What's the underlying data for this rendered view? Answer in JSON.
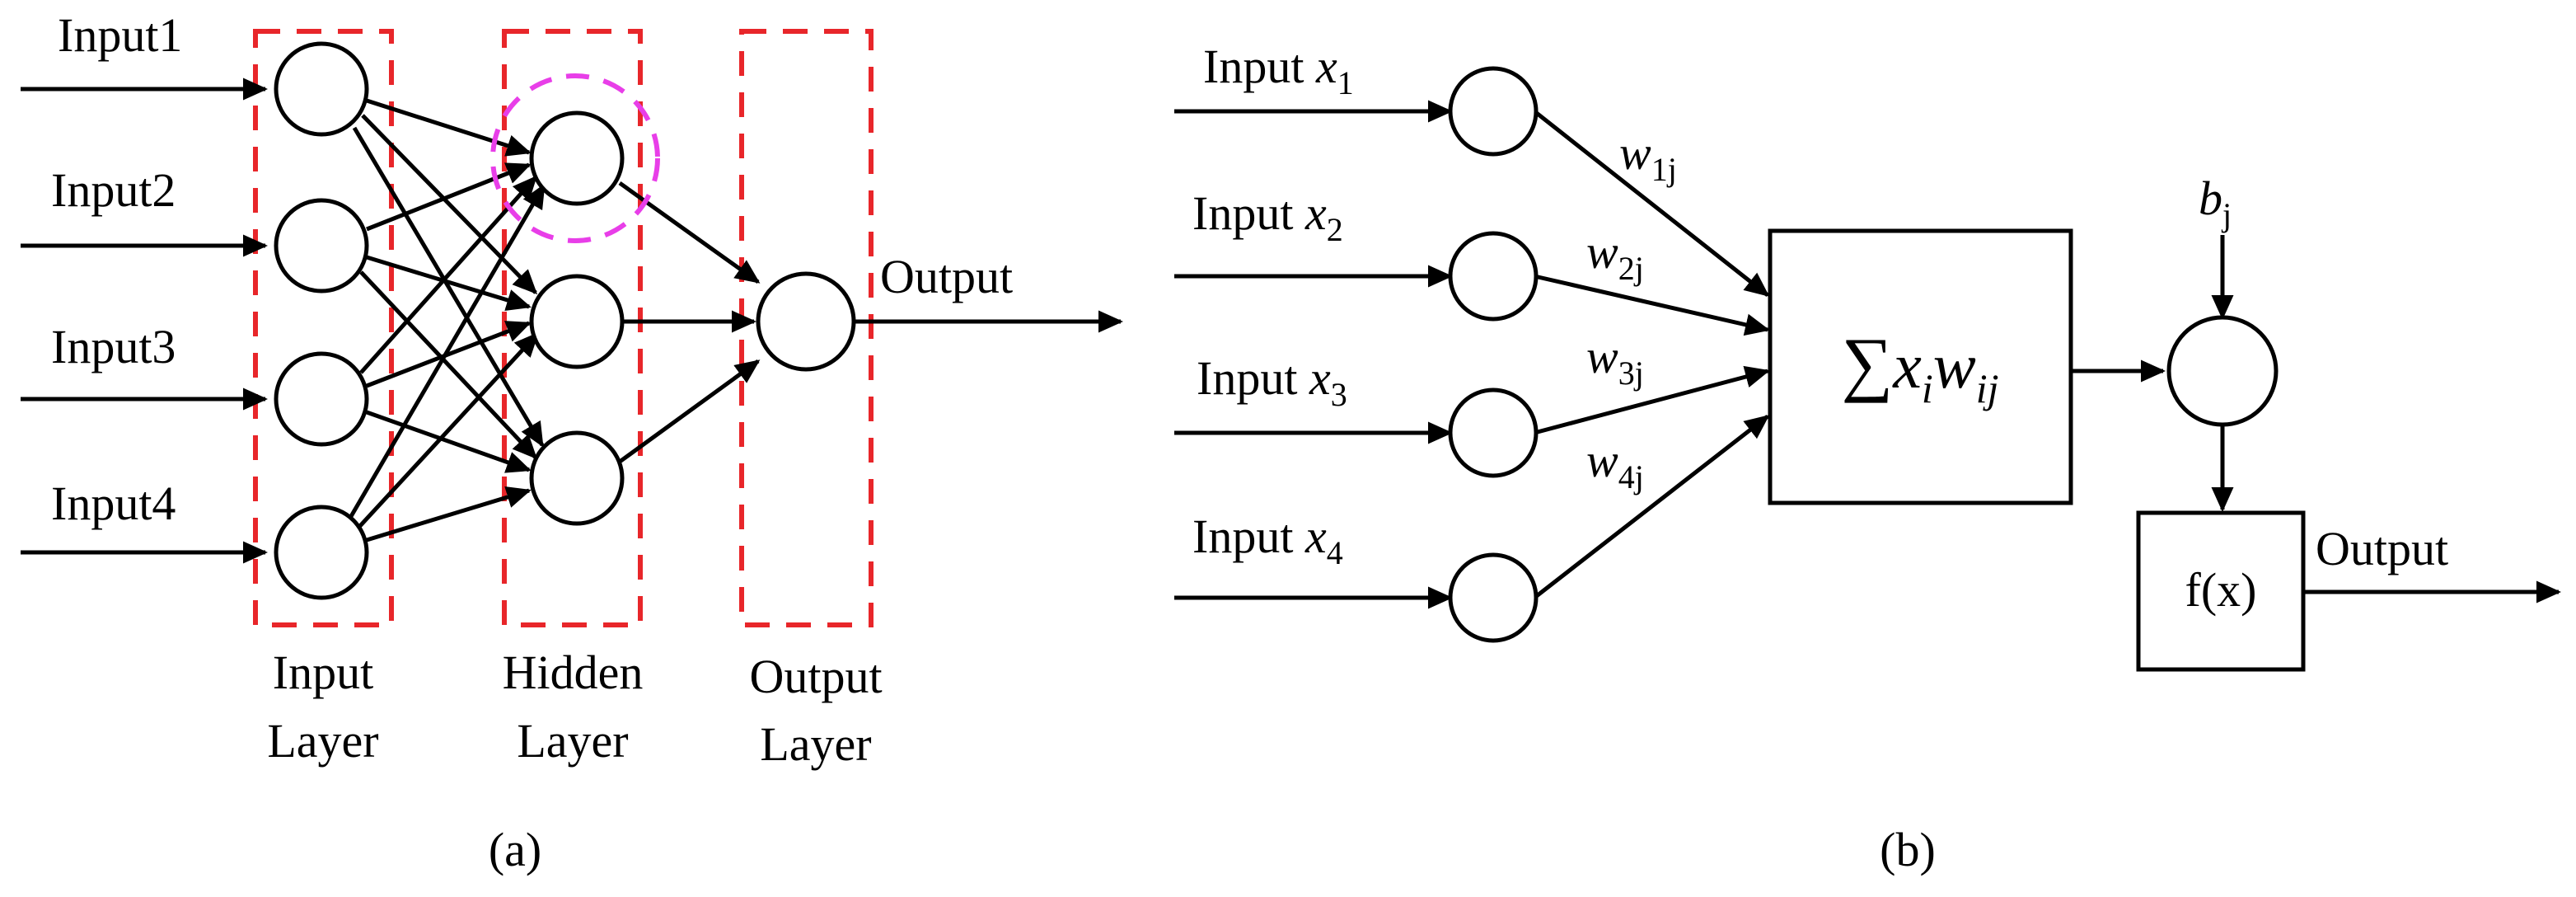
{
  "panel_a": {
    "caption": "(a)",
    "inputs": [
      "Input1",
      "Input2",
      "Input3",
      "Input4"
    ],
    "output_label": "Output",
    "layers": {
      "input": [
        "Input",
        "Layer"
      ],
      "hidden": [
        "Hidden",
        "Layer"
      ],
      "output": [
        "Output",
        "Layer"
      ]
    },
    "colors": {
      "layer_box": "#e8262a",
      "highlight": "#e83ee8",
      "line": "#000000"
    }
  },
  "panel_b": {
    "caption": "(b)",
    "input_prefix": "Input",
    "inputs": [
      {
        "var": "x",
        "sub": "1"
      },
      {
        "var": "x",
        "sub": "2"
      },
      {
        "var": "x",
        "sub": "3"
      },
      {
        "var": "x",
        "sub": "4"
      }
    ],
    "weights": [
      {
        "var": "w",
        "sub": "1j"
      },
      {
        "var": "w",
        "sub": "2j"
      },
      {
        "var": "w",
        "sub": "3j"
      },
      {
        "var": "w",
        "sub": "4j"
      }
    ],
    "sum_box": {
      "symbol": "∑",
      "x": "x",
      "xsub": "i",
      "w": "w",
      "wsub": "ij"
    },
    "bias": {
      "var": "b",
      "sub": "j"
    },
    "activation": "f(x)",
    "output_label": "Output"
  }
}
